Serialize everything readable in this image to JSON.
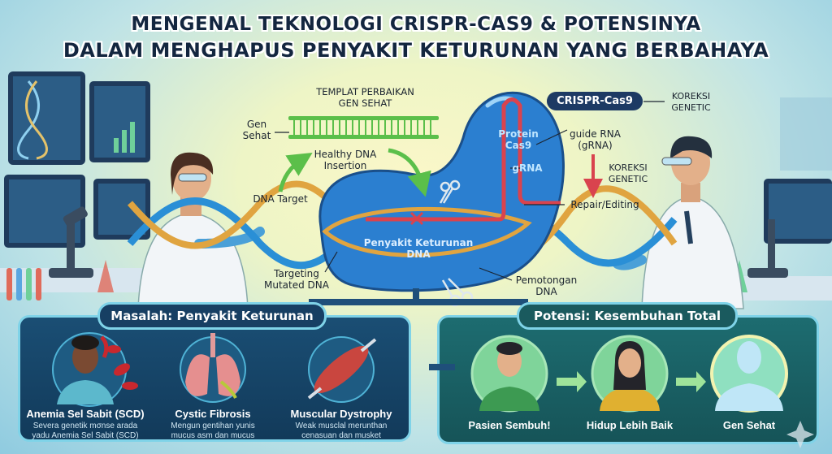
{
  "title": {
    "line1": "MENGENAL TEKNOLOGI CRISPR-CAS9 & POTENSINYA",
    "line2": "DALAM MENGHAPUS PENYAKIT KETURUNAN YANG BERBAHAYA"
  },
  "diagram": {
    "template_label": "TEMPLAT PERBAIKAN\nGEN SEHAT",
    "gen_sehat": "Gen\nSehat",
    "healthy_insertion": "Healthy DNA\nInsertion",
    "dna_target": "DNA Target",
    "protein_cas9": "Protein\nCas9",
    "grna": "gRNA",
    "guide_rna": "guide RNA\n(gRNA)",
    "koreksi_genetic_arrow": "KOREKSI\nGENETIC",
    "repair_editing": "Repair/Editing",
    "penyakit_dna": "Penyakit Keturunan\nDNA",
    "targeting_mutated": "Targeting\nMutated DNA",
    "pemotongan_dna": "Pemotongan\nDNA",
    "crispr_badge": "CRISPR-Cas9",
    "koreksi_genetic_badge": "KOREKSI\nGENETIC"
  },
  "problem_panel": {
    "title": "Masalah: Penyakit Keturunan",
    "items": [
      {
        "name": "Anemia Sel Sabit (SCD)",
        "desc": "Severa genetik mσnse arada\nyadu Anemia Sel Sabit (SCD)"
      },
      {
        "name": "Cystic Fibrosis",
        "desc": "Mengun gentihan yunis\nmucus asm dan mucus"
      },
      {
        "name": "Muscular Dystrophy",
        "desc": "Weak musclal merunthan\ncenasuan dan musket"
      }
    ]
  },
  "potential_panel": {
    "title": "Potensi: Kesembuhan Total",
    "items": [
      {
        "name": "Pasien Sembuh!"
      },
      {
        "name": "Hidup Lebih Baik"
      },
      {
        "name": "Gen Sehat"
      }
    ]
  },
  "colors": {
    "navy": "#13263f",
    "cas9_blue": "#2b7fd0",
    "problem_panel": "#17476b",
    "potential_panel": "#1b6468",
    "dna_blue": "#2a8fd6",
    "dna_orange": "#e0a440",
    "rna_red": "#d9434e",
    "green": "#5bbf4a"
  }
}
